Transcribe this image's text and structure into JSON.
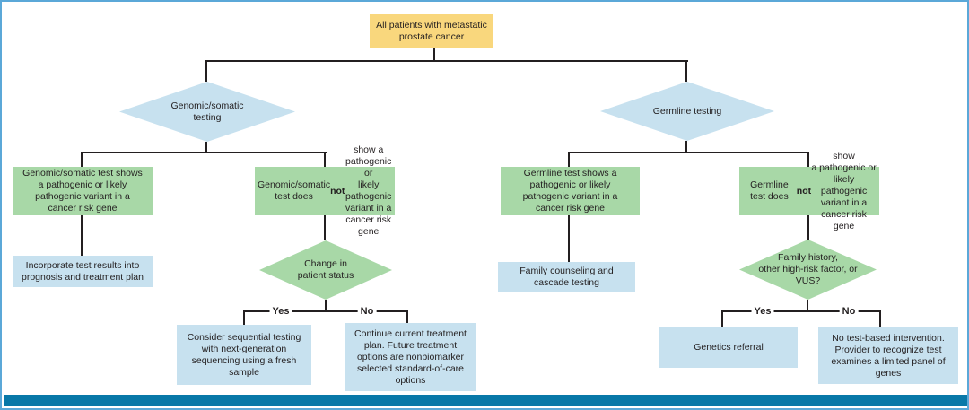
{
  "palette": {
    "root_fill": "#F9D77D",
    "blue_fill": "#C7E1EF",
    "green_fill": "#A8D8A7",
    "line_color": "#231F20",
    "bottom_bar": "#0878A8",
    "frame_border": "#5BA8D8",
    "text_color": "#231F20"
  },
  "nodes": {
    "root": {
      "text": "All patients with metastatic\nprostate cancer"
    },
    "d1": {
      "text": "Genomic/somatic\ntesting"
    },
    "d2": {
      "text": "Germline testing"
    },
    "g1": {
      "text": "Genomic/somatic test shows\na pathogenic or likely\npathogenic variant in a\ncancer risk gene"
    },
    "g2": {
      "text": "Genomic/somatic test does\nnot show a pathogenic or\nlikely pathogenic variant in a\ncancer risk gene",
      "bold": "not"
    },
    "g3": {
      "text": "Germline test shows a\npathogenic or likely\npathogenic variant in a\ncancer risk gene"
    },
    "g4": {
      "text": "Germline test does not show\na pathogenic or likely\npathogenic variant in a\ncancer risk gene",
      "bold": "not"
    },
    "b1": {
      "text": "Incorporate test results into\nprognosis and treatment plan"
    },
    "d3": {
      "text": "Change in\npatient status"
    },
    "b2": {
      "text": "Family counseling and\ncascade testing"
    },
    "d4": {
      "text": "Family history,\nother high-risk factor, or\nVUS?"
    },
    "b3": {
      "text": "Consider sequential testing\nwith next-generation\nsequencing using a fresh\nsample"
    },
    "b4": {
      "text": "Continue current treatment\nplan. Future treatment\noptions are nonbiomarker\nselected standard-of-care\noptions"
    },
    "b5": {
      "text": "Genetics referral"
    },
    "b6": {
      "text": "No test-based intervention.\nProvider to recognize test\nexamines a limited panel of\ngenes"
    }
  },
  "edge_labels": {
    "yes1": "Yes",
    "no1": "No",
    "yes2": "Yes",
    "no2": "No"
  }
}
